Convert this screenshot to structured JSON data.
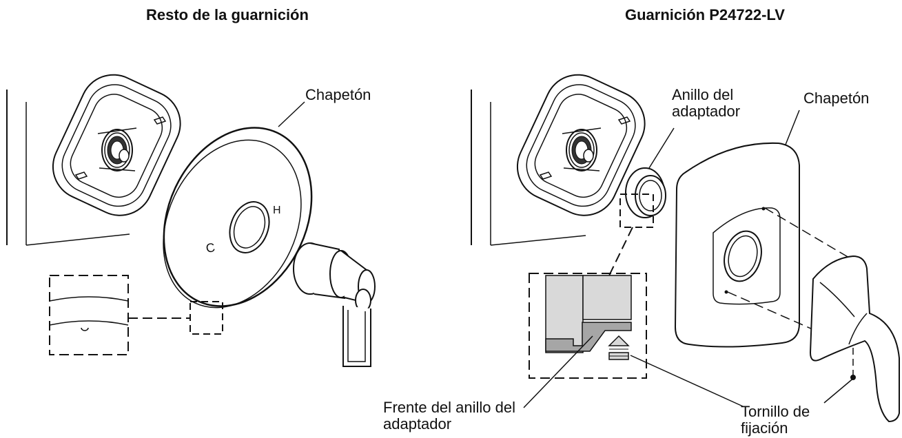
{
  "left_panel": {
    "title": "Resto de la guarnición",
    "label_escutcheon": "Chapetón"
  },
  "right_panel": {
    "title": "Guarnición P24722-LV",
    "label_adapter_ring_line1": "Anillo del",
    "label_adapter_ring_line2": "adaptador",
    "label_escutcheon": "Chapetón",
    "label_ring_front_line1": "Frente del anillo del",
    "label_ring_front_line2": "adaptador",
    "label_set_screw_line1": "Tornillo de",
    "label_set_screw_line2": "fijación"
  },
  "colors": {
    "line": "#111111",
    "detail_fill_light": "#d9d9d9",
    "detail_fill_dark": "#a6a6a6"
  }
}
